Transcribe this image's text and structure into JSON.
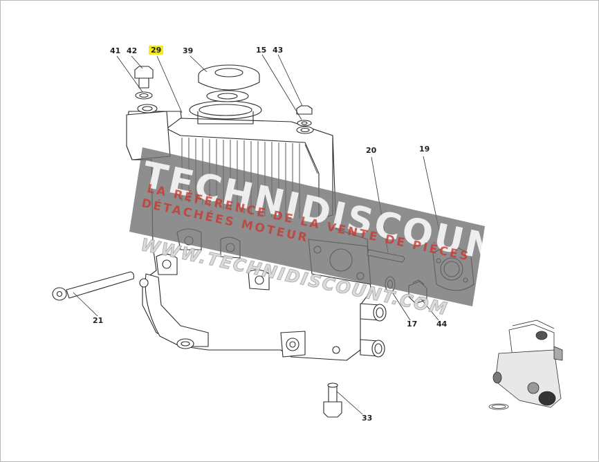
{
  "callouts": {
    "c41": "41",
    "c42": "42",
    "c29": "29",
    "c39": "39",
    "c15": "15",
    "c43": "43",
    "c20": "20",
    "c19": "19",
    "c21": "21",
    "c17": "17",
    "c44": "44",
    "c33": "33"
  },
  "watermark": {
    "brand": "TECHNIDISCOUNT",
    "tagline_1": "LA RÉFÉRENCE DE LA VENTE DE PIÈCES",
    "tagline_2": "DÉTACHÉES MOTEUR",
    "url": "WWW.TECHNIDISCOUNT.COM"
  },
  "colors": {
    "line": "#2a2a2a",
    "highlight": "#f2ea28",
    "watermark_band": "#6e6e6e",
    "watermark_red": "#c83a32"
  }
}
